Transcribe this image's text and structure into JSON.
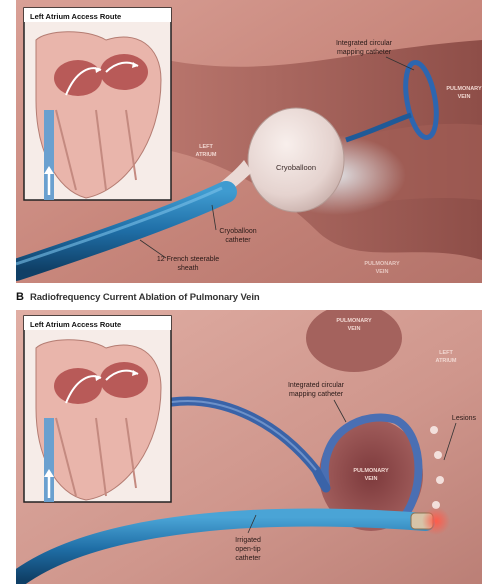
{
  "panel_a": {
    "inset_title": "Left Atrium Access Route",
    "labels": {
      "mapping_catheter_line1": "Integrated circular",
      "mapping_catheter_line2": "mapping catheter",
      "pulmonary_vein_top_line1": "PULMONARY",
      "pulmonary_vein_top_line2": "VEIN",
      "left_atrium_line1": "LEFT",
      "left_atrium_line2": "ATRIUM",
      "cryoballoon": "Cryoballoon",
      "cryoballoon_catheter_line1": "Cryoballoon",
      "cryoballoon_catheter_line2": "catheter",
      "sheath_line1": "12 French steerable",
      "sheath_line2": "sheath",
      "pulmonary_vein_bottom_line1": "PULMONARY",
      "pulmonary_vein_bottom_line2": "VEIN"
    }
  },
  "panel_b": {
    "letter": "B",
    "title": "Radiofrequency Current Ablation of Pulmonary Vein",
    "inset_title": "Left Atrium Access Route",
    "labels": {
      "pulmonary_vein_top_line1": "PULMONARY",
      "pulmonary_vein_top_line2": "VEIN",
      "left_atrium_line1": "LEFT",
      "left_atrium_line2": "ATRIUM",
      "mapping_catheter_line1": "Integrated circular",
      "mapping_catheter_line2": "mapping catheter",
      "lesions": "Lesions",
      "pulmonary_vein_center_line1": "PULMONARY",
      "pulmonary_vein_center_line2": "VEIN",
      "irrigated_line1": "Irrigated",
      "irrigated_line2": "open-tip",
      "irrigated_line3": "catheter"
    }
  }
}
